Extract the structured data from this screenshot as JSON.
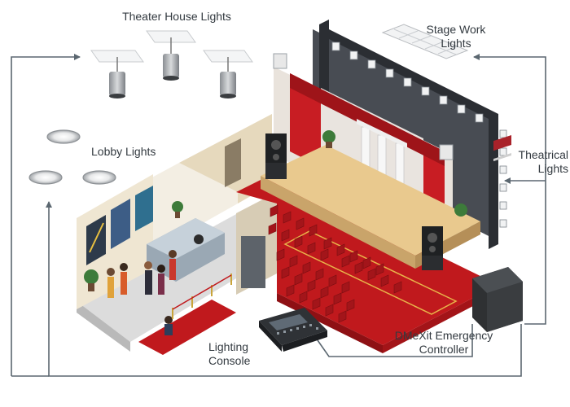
{
  "labels": {
    "theater_house_lights": "Theater House Lights",
    "stage_work_lights": "Stage Work\nLights",
    "lobby_lights": "Lobby Lights",
    "theatrical_lights": "Theatrical\nLights",
    "lighting_console": "Lighting\nConsole",
    "dmexit_controller": "DMeXit Emergency\nController"
  },
  "colors": {
    "connector": "#5b6770",
    "floor_red": "#c0191d",
    "stage_wood": "#e9c98e",
    "curtain": "#c81d23",
    "wall_cream": "#efe6d2",
    "truss": "#4a4f56",
    "controller": "#2f3133",
    "lobby_floor": "#dcdcdc"
  }
}
